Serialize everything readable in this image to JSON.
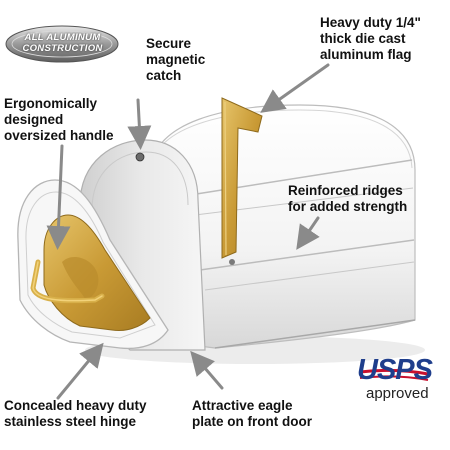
{
  "badge": {
    "line1": "ALL ALUMINUM",
    "line2": "CONSTRUCTION"
  },
  "callouts": {
    "catch": [
      "Secure",
      "magnetic",
      "catch"
    ],
    "flag": [
      "Heavy duty 1/4\"",
      "thick die cast",
      "aluminum flag"
    ],
    "handle": [
      "Ergonomically",
      "designed",
      "oversized handle"
    ],
    "ridges": [
      "Reinforced ridges",
      "for added strength"
    ],
    "hinge": [
      "Concealed heavy duty",
      "stainless steel hinge"
    ],
    "eagle": [
      "Attractive eagle",
      "plate on front door"
    ]
  },
  "usps": {
    "word": "USPS",
    "sub": "approved"
  },
  "colors": {
    "mailbox_white": "#f4f4f4",
    "brass": "#d2aa43",
    "arrow_gray": "#8a8a8a",
    "usps_blue": "#1f3e8c",
    "usps_red": "#c8102e"
  },
  "icons": [
    "arrow-icon",
    "flag-icon",
    "handle-icon",
    "eagle-plate-icon"
  ]
}
